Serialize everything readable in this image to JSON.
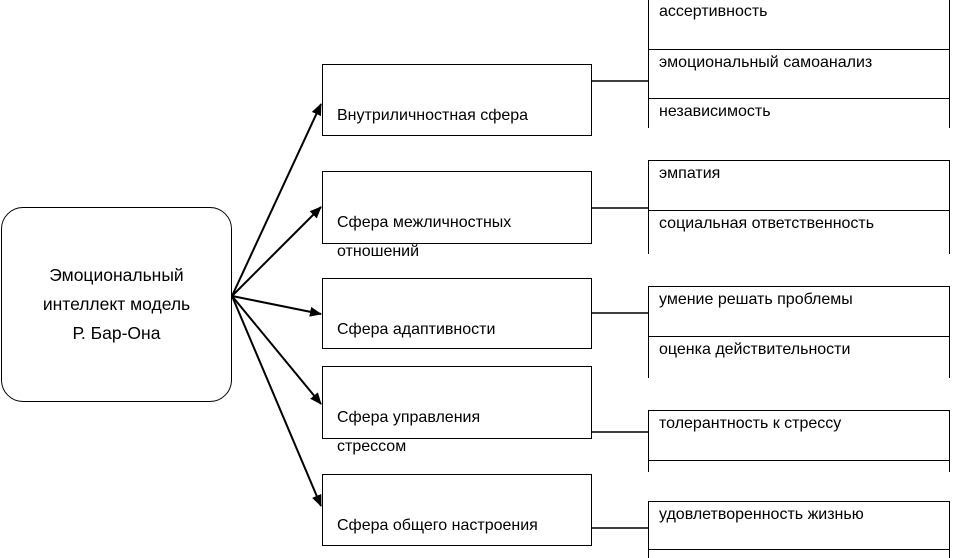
{
  "root": {
    "label": "Эмоциональный\nинтеллект модель\nР. Бар-Она"
  },
  "spheres": [
    {
      "label": "Внутриличностная сфера",
      "items": [
        "ассертивность",
        "эмоциональный самоанализ",
        "независимость"
      ]
    },
    {
      "label": "Сфера межличностных\nотношений",
      "items": [
        "эмпатия",
        "социальная ответственность"
      ]
    },
    {
      "label": "Сфера адаптивности",
      "items": [
        "умение решать проблемы",
        "оценка действительности"
      ]
    },
    {
      "label": "Сфера управления\nстрессом",
      "items": [
        "толерантность к стрессу",
        ""
      ]
    },
    {
      "label": "Сфера общего настроения",
      "items": [
        "удовлетворенность жизнью",
        ""
      ]
    }
  ],
  "colors": {
    "line": "#000000",
    "background": "#ffffff"
  }
}
